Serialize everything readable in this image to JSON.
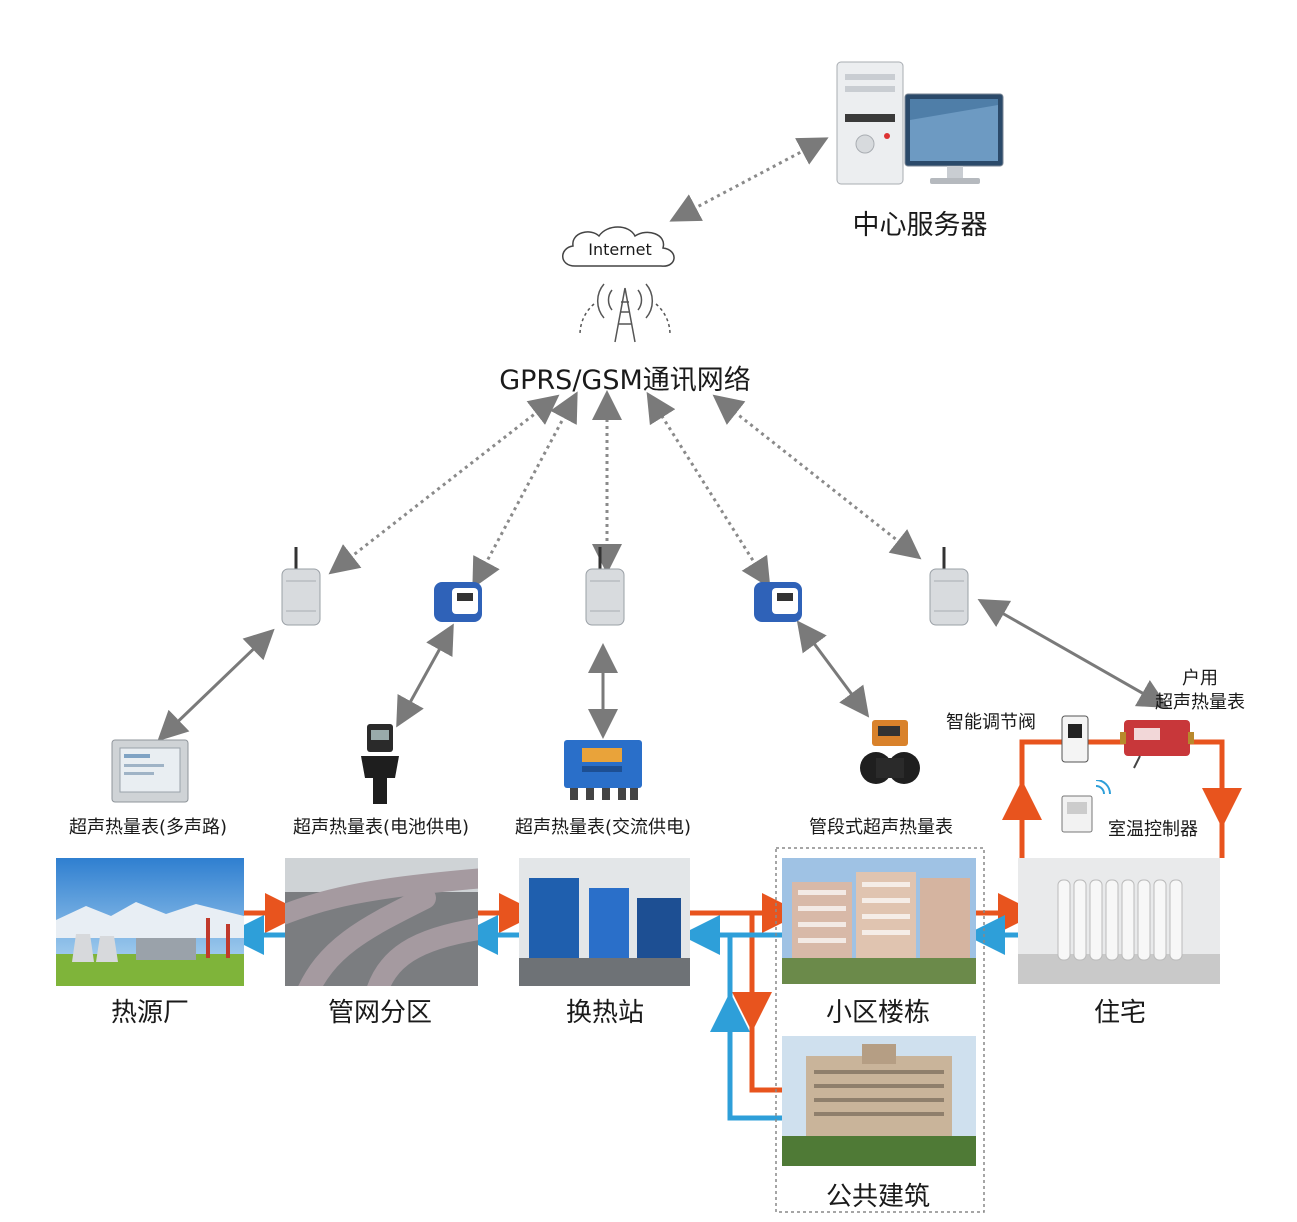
{
  "network": {
    "server_label": "中心服务器",
    "internet_label": "Internet",
    "gprs_label": "GPRS/GSM通讯网络"
  },
  "devices": {
    "meter_multi": "超声热量表(多声路)",
    "meter_battery": "超声热量表(电池供电)",
    "meter_ac": "超声热量表(交流供电)",
    "meter_pipe": "管段式超声热量表",
    "household_meter_line1": "户用",
    "household_meter_line2": "超声热量表",
    "smart_valve": "智能调节阀",
    "room_controller": "室温控制器"
  },
  "stations": {
    "heat_source": "热源厂",
    "pipe_network": "管网分区",
    "exchange_station": "换热站",
    "residential_building": "小区楼栋",
    "residence": "住宅",
    "public_building": "公共建筑"
  },
  "colors": {
    "supply": "#e8541e",
    "return": "#2e9fd9",
    "link": "#7a7a7a"
  }
}
